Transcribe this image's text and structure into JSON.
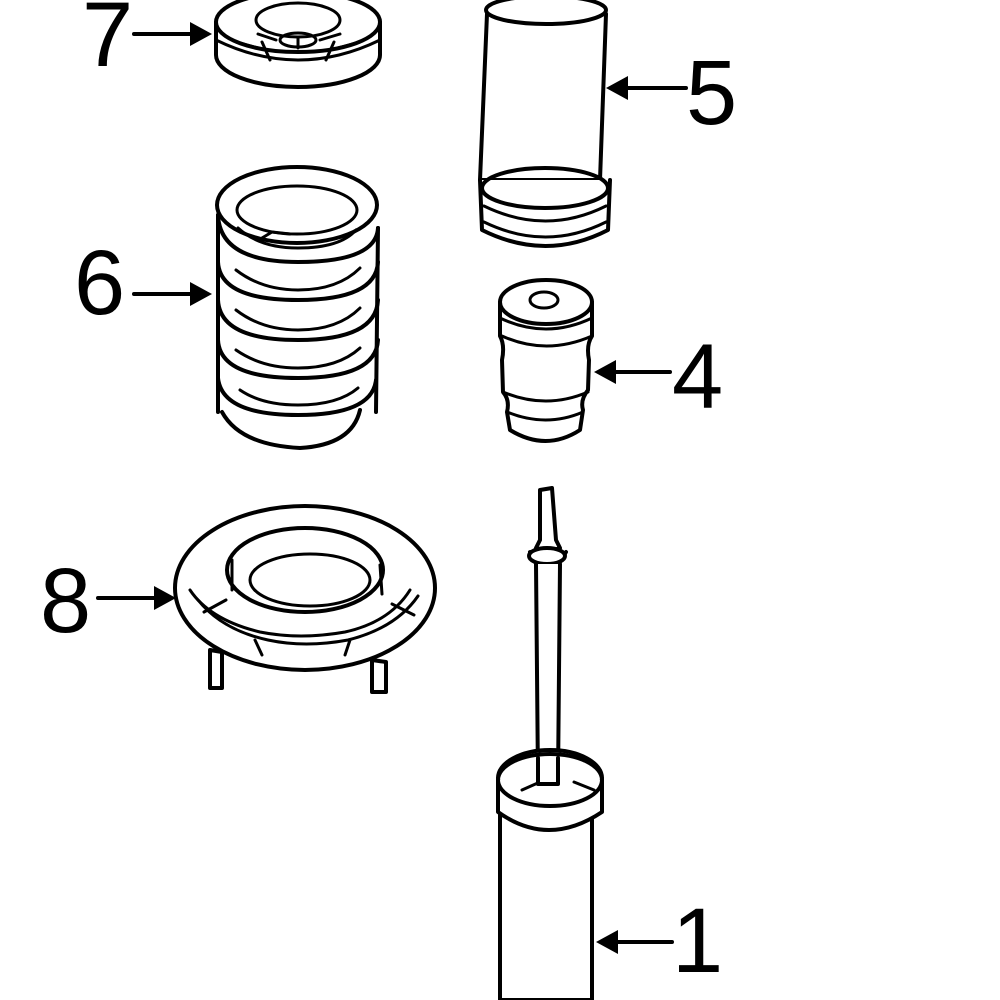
{
  "diagram": {
    "callouts": [
      {
        "number": "1",
        "part": "strut-assembly"
      },
      {
        "number": "4",
        "part": "bump-stop"
      },
      {
        "number": "5",
        "part": "dust-boot"
      },
      {
        "number": "6",
        "part": "coil-spring"
      },
      {
        "number": "7",
        "part": "upper-spring-seat"
      },
      {
        "number": "8",
        "part": "lower-spring-mount"
      }
    ],
    "line_color": "#000000",
    "background_color": "#ffffff"
  }
}
